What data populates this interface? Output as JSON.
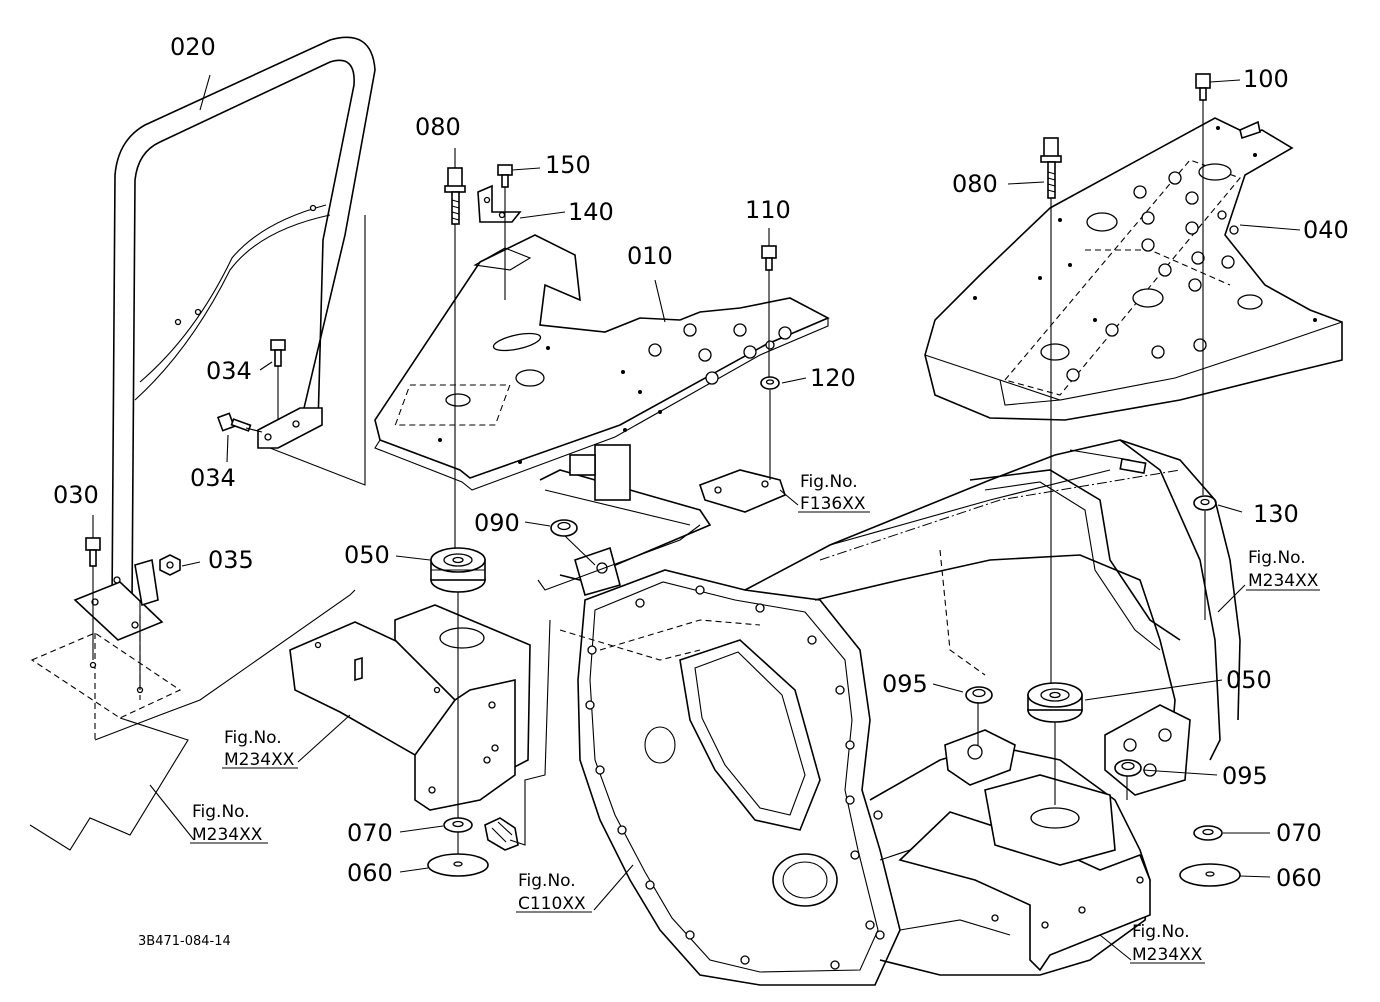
{
  "parts": [
    {
      "id": "p020",
      "label": "020"
    },
    {
      "id": "p080a",
      "label": "080"
    },
    {
      "id": "p150",
      "label": "150"
    },
    {
      "id": "p140",
      "label": "140"
    },
    {
      "id": "p010",
      "label": "010"
    },
    {
      "id": "p110",
      "label": "110"
    },
    {
      "id": "p080b",
      "label": "080"
    },
    {
      "id": "p100",
      "label": "100"
    },
    {
      "id": "p040",
      "label": "040"
    },
    {
      "id": "p034a",
      "label": "034"
    },
    {
      "id": "p034b",
      "label": "034"
    },
    {
      "id": "p120",
      "label": "120"
    },
    {
      "id": "p030",
      "label": "030"
    },
    {
      "id": "p035",
      "label": "035"
    },
    {
      "id": "p050a",
      "label": "050"
    },
    {
      "id": "p090",
      "label": "090"
    },
    {
      "id": "p130",
      "label": "130"
    },
    {
      "id": "p095a",
      "label": "095"
    },
    {
      "id": "p050b",
      "label": "050"
    },
    {
      "id": "p095b",
      "label": "095"
    },
    {
      "id": "p070a",
      "label": "070"
    },
    {
      "id": "p060a",
      "label": "060"
    },
    {
      "id": "p070b",
      "label": "070"
    },
    {
      "id": "p060b",
      "label": "060"
    }
  ],
  "figure_refs": [
    {
      "id": "f1",
      "line1": "Fig.No.",
      "line2": "F136XX"
    },
    {
      "id": "f2",
      "line1": "Fig.No.",
      "line2": "M234XX"
    },
    {
      "id": "f3",
      "line1": "Fig.No.",
      "line2": "M234XX"
    },
    {
      "id": "f4",
      "line1": "Fig.No.",
      "line2": "M234XX"
    },
    {
      "id": "f5",
      "line1": "Fig.No.",
      "line2": "C110XX"
    },
    {
      "id": "f6",
      "line1": "Fig.No.",
      "line2": "M234XX"
    }
  ],
  "drawing_code": "3B471-084-14"
}
